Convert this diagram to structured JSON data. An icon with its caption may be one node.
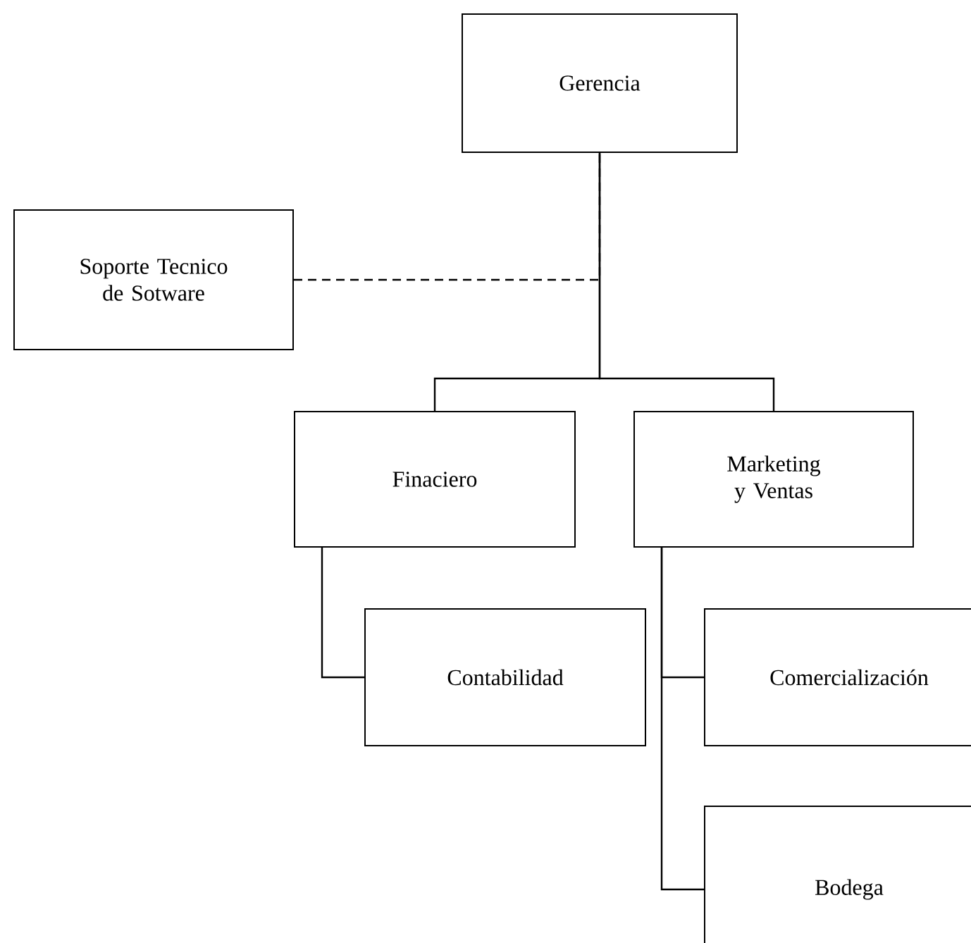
{
  "diagram": {
    "nodes": [
      {
        "text": [
          "Gerencia"
        ]
      },
      {
        "text": [
          "Soporte Tecnico de Sotware"
        ]
      },
      {
        "text": [
          "Finaciero"
        ]
      },
      {
        "text": [
          "Marketing y Ventas"
        ]
      },
      {
        "text": [
          "Contabilidad"
        ]
      },
      {
        "text": [
          "Comercialización"
        ]
      },
      {
        "text": [
          "Bodega"
        ]
      }
    ],
    "edges": [
      {
        "from": 1,
        "to": 0,
        "arrow": "none",
        "style": "dashed"
      },
      {
        "from": 0,
        "to": 2,
        "arrow": "none"
      },
      {
        "from": 0,
        "to": 3,
        "arrow": "none"
      },
      {
        "from": 2,
        "to": 4,
        "arrow": "none"
      },
      {
        "from": 3,
        "to": 5,
        "arrow": "none"
      },
      {
        "from": 3,
        "to": 6,
        "arrow": "none"
      }
    ]
  }
}
